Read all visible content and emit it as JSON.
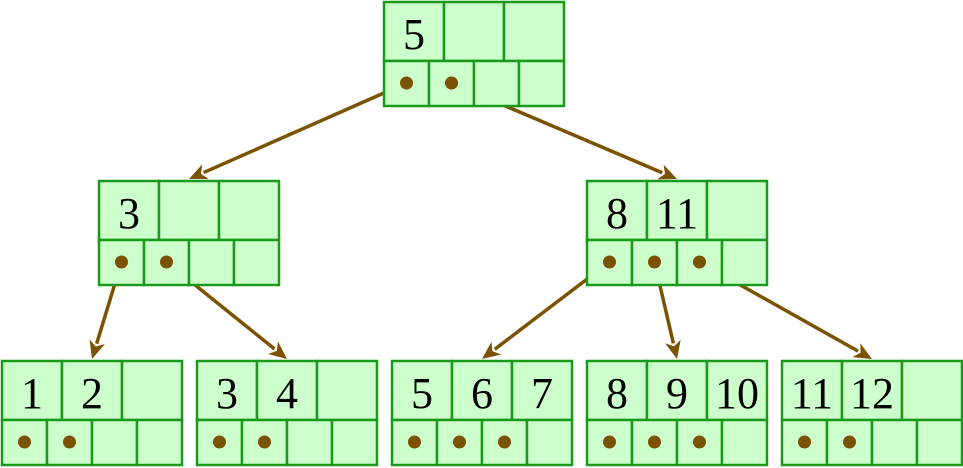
{
  "colors": {
    "node_fill": "#ccffcc",
    "node_border": "#1a9a1a",
    "pointer": "#7a5200",
    "text": "#000000"
  },
  "tree": {
    "nodes": [
      {
        "id": "root",
        "keys": [
          "5"
        ],
        "pointers": 2
      },
      {
        "id": "internal-left",
        "keys": [
          "3"
        ],
        "pointers": 2
      },
      {
        "id": "internal-right",
        "keys": [
          "8",
          "11"
        ],
        "pointers": 3
      },
      {
        "id": "leaf-1",
        "keys": [
          "1",
          "2"
        ],
        "pointers": 2
      },
      {
        "id": "leaf-2",
        "keys": [
          "3",
          "4"
        ],
        "pointers": 2
      },
      {
        "id": "leaf-3",
        "keys": [
          "5",
          "6",
          "7"
        ],
        "pointers": 3
      },
      {
        "id": "leaf-4",
        "keys": [
          "8",
          "9",
          "10"
        ],
        "pointers": 3
      },
      {
        "id": "leaf-5",
        "keys": [
          "11",
          "12"
        ],
        "pointers": 2
      }
    ],
    "edges": [
      {
        "from": "root",
        "pointer": 0,
        "to": "internal-left"
      },
      {
        "from": "root",
        "pointer": 1,
        "to": "internal-right"
      },
      {
        "from": "internal-left",
        "pointer": 0,
        "to": "leaf-1"
      },
      {
        "from": "internal-left",
        "pointer": 1,
        "to": "leaf-2"
      },
      {
        "from": "internal-right",
        "pointer": 0,
        "to": "leaf-3"
      },
      {
        "from": "internal-right",
        "pointer": 1,
        "to": "leaf-4"
      },
      {
        "from": "internal-right",
        "pointer": 2,
        "to": "leaf-5"
      }
    ]
  }
}
